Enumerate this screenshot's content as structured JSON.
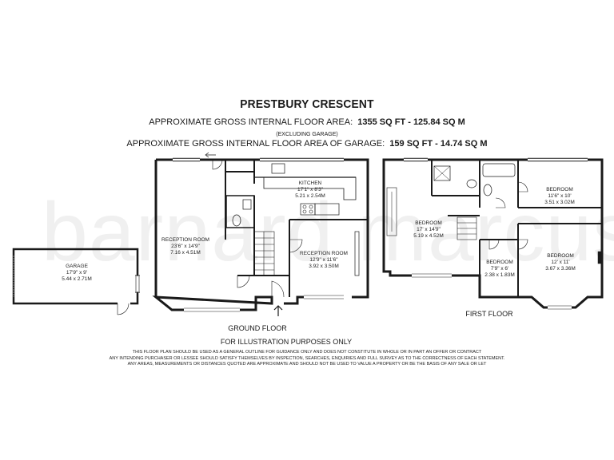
{
  "header": {
    "title": "PRESTBURY CRESCENT",
    "area_label": "APPROXIMATE GROSS INTERNAL FLOOR AREA:",
    "area_value": "1355 SQ FT - 125.84 SQ M",
    "excluding_note": "(EXCLUDING GARAGE)",
    "garage_area_label": "APPROXIMATE GROSS INTERNAL FLOOR AREA OF GARAGE:",
    "garage_area_value": "159 SQ FT - 14.74 SQ M"
  },
  "watermark": "barnard marcus",
  "garage": {
    "name": "GARAGE",
    "imperial": "17'9\" x 9'",
    "metric": "5.44 x 2.71M"
  },
  "ground_floor": {
    "label": "GROUND FLOOR",
    "subtitle": "FOR ILLUSTRATION PURPOSES ONLY",
    "rooms": [
      {
        "name": "KITCHEN",
        "imperial": "17'1\" x 8'3\"",
        "metric": "5.21 x 2.54M"
      },
      {
        "name": "RECEPTION ROOM",
        "imperial": "23'6\" x 14'9\"",
        "metric": "7.16 x 4.51M"
      },
      {
        "name": "RECEPTION ROOM",
        "imperial": "12'9\" x 11'6\"",
        "metric": "3.92 x 3.50M"
      }
    ]
  },
  "first_floor": {
    "label": "FIRST FLOOR",
    "rooms": [
      {
        "name": "BEDROOM",
        "imperial": "17' x 14'9\"",
        "metric": "5.19 x 4.52M"
      },
      {
        "name": "BEDROOM",
        "imperial": "11'6\" x 10'",
        "metric": "3.51 x 3.02M"
      },
      {
        "name": "BEDROOM",
        "imperial": "7'9\" x 6'",
        "metric": "2.38 x 1.83M"
      },
      {
        "name": "BEDROOM",
        "imperial": "12' x 11'",
        "metric": "3.67 x 3.36M"
      }
    ]
  },
  "disclaimer": {
    "line1": "THIS FLOOR PLAN SHOULD BE USED AS A GENERAL OUTLINE FOR GUIDANCE ONLY AND DOES NOT CONSTITUTE IN WHOLE OR IN PART AN OFFER OR CONTRACT",
    "line2": "ANY INTENDING PURCHASER OR LESSEE SHOULD SATISFY THEMSELVES BY INSPECTION, SEARCHES, ENQUIRIES AND FULL SURVEY AS TO THE CORRECTNESS OF EACH STATEMENT.",
    "line3": "ANY AREAS, MEASUREMENTS OR DISTANCES QUOTED ARE APPROXIMATE AND SHOULD NOT BE USED TO VALUE A PROPERTY OR BE THE BASIS OF ANY SALE OR LET"
  }
}
